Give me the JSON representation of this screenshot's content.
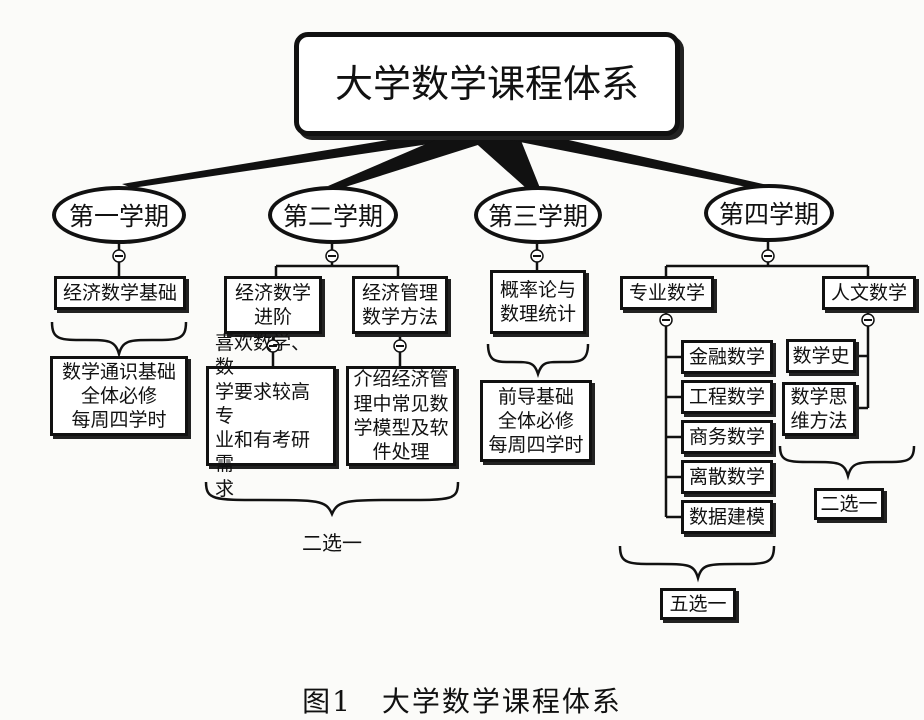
{
  "root": "大学数学课程体系",
  "semesters": [
    "第一学期",
    "第二学期",
    "第三学期",
    "第四学期"
  ],
  "sem1": {
    "course": "经济数学基础",
    "note": "数学通识基础\n全体必修\n每周四学时"
  },
  "sem2": {
    "course_a": "经济数学\n进阶",
    "course_b": "经济管理\n数学方法",
    "desc_a": "喜欢数学、数\n学要求较高专\n业和有考研需\n求",
    "desc_b": "介绍经济管\n理中常见数\n学模型及软\n件处理",
    "choice": "二选一"
  },
  "sem3": {
    "course": "概率论与\n数理统计",
    "note": "前导基础\n全体必修\n每周四学时"
  },
  "sem4": {
    "group_a": "专业数学",
    "group_b": "人文数学",
    "pro_items": [
      "金融数学",
      "工程数学",
      "商务数学",
      "离散数学",
      "数据建模"
    ],
    "hum_items": [
      "数学史",
      "数学思\n维方法"
    ],
    "choice_five": "五选一",
    "choice_two": "二选一"
  },
  "caption": "图1　大学数学课程体系"
}
